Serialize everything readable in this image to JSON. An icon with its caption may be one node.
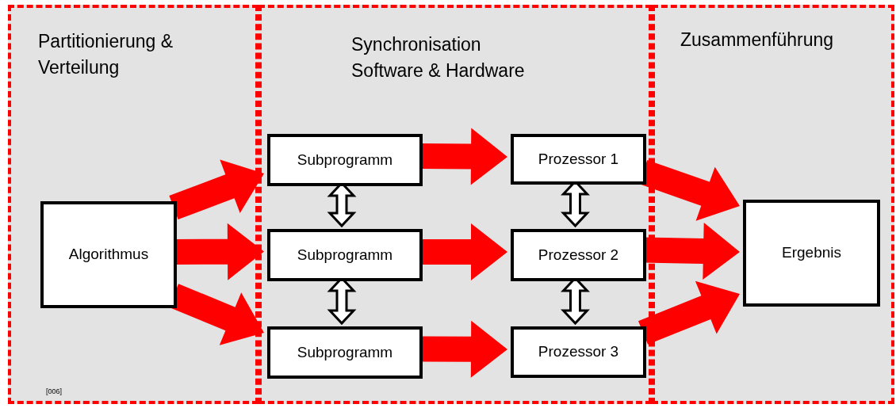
{
  "diagram": {
    "nodes": [
      {
        "text": [
          "Partitionierung & Verteilung"
        ]
      },
      {
        "text": [
          "Synchronisation Software & Hardware"
        ]
      },
      {
        "text": [
          "Zusammenführung"
        ]
      },
      {
        "text": [
          "Algorithmus"
        ],
        "in": 0
      },
      {
        "text": [
          "Subprogramm"
        ],
        "in": 1
      },
      {
        "text": [
          "Subprogramm"
        ],
        "in": 1
      },
      {
        "text": [
          "Subprogramm"
        ],
        "in": 1
      },
      {
        "text": [
          "Prozessor 1"
        ],
        "in": 1
      },
      {
        "text": [
          "Prozessor 2"
        ],
        "in": 1
      },
      {
        "text": [
          "Prozessor 3"
        ],
        "in": 1
      },
      {
        "text": [
          "Ergebnis"
        ],
        "in": 2
      }
    ],
    "edges": [
      {
        "from": 3,
        "to": 4,
        "arrow": "to"
      },
      {
        "from": 3,
        "to": 5,
        "arrow": "to"
      },
      {
        "from": 3,
        "to": 6,
        "arrow": "to"
      },
      {
        "from": 4,
        "to": 7,
        "arrow": "to"
      },
      {
        "from": 5,
        "to": 8,
        "arrow": "to"
      },
      {
        "from": 6,
        "to": 9,
        "arrow": "to"
      },
      {
        "from": 7,
        "to": 10,
        "arrow": "to"
      },
      {
        "from": 8,
        "to": 10,
        "arrow": "to"
      },
      {
        "from": 9,
        "to": 10,
        "arrow": "to"
      },
      {
        "from": 4,
        "to": 5,
        "arrow": "both",
        "color": "#000000"
      },
      {
        "from": 5,
        "to": 6,
        "arrow": "both",
        "color": "#000000"
      },
      {
        "from": 7,
        "to": 8,
        "arrow": "both",
        "color": "#000000"
      },
      {
        "from": 8,
        "to": 9,
        "arrow": "both",
        "color": "#000000"
      }
    ],
    "labels": [
      "[006]"
    ]
  }
}
